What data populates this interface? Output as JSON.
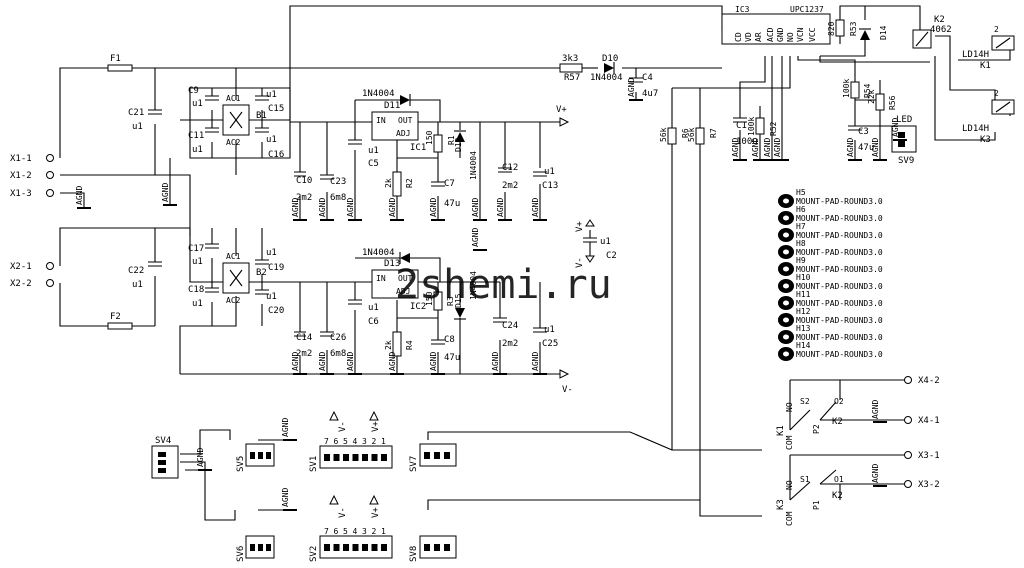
{
  "watermark": "2shemi.ru",
  "connectors": {
    "x1_1": "X1-1",
    "x1_2": "X1-2",
    "x1_3": "X1-3",
    "x2_1": "X2-1",
    "x2_2": "X2-2",
    "x4_2": "X4-2",
    "x4_1": "X4-1",
    "x3_1": "X3-1",
    "x3_2": "X3-2"
  },
  "fuses": {
    "f1": "F1",
    "f2": "F2"
  },
  "bridges": {
    "b1": "B1",
    "b2": "B2",
    "ac1": "AC1",
    "ac2": "AC2"
  },
  "caps": {
    "c21": "C21",
    "c22": "C22",
    "c9": "C9",
    "c11": "C11",
    "c15": "C15",
    "c16": "C16",
    "c17": "C17",
    "c18": "C18",
    "c19": "C19",
    "c20": "C20",
    "c10": "C10",
    "c23": "C23",
    "c14": "C14",
    "c26": "C26",
    "c5": "C5",
    "c6": "C6",
    "c7": "C7",
    "c8": "C8",
    "c12": "C12",
    "c13": "C13",
    "c24": "C24",
    "c25": "C25",
    "c1": "C1",
    "c2": "C2",
    "c3": "C3",
    "c4": "C4"
  },
  "values": {
    "u1": "u1",
    "v2m2": "2m2",
    "v6m8": "6m8",
    "v47u": "47u",
    "v100u": "100u",
    "v4u7": "4u7",
    "v150": "150",
    "v2k": "2k",
    "v3k3": "3k3",
    "v56k": "56k",
    "v100k": "100k",
    "v22k": "22k",
    "v820": "820",
    "v1n4004": "1N4004",
    "v4062": "4062"
  },
  "ics": {
    "ic1": "IC1",
    "ic2": "IC2",
    "ic3": "IC3",
    "ic3_part": "UPC1237",
    "in": "IN",
    "out": "OUT",
    "adj": "ADJ",
    "pins": [
      "CD",
      "VD",
      "AR",
      "ACD",
      "GND",
      "NO",
      "VCN",
      "VCC"
    ]
  },
  "diodes": {
    "d10": "D10",
    "d11": "D11",
    "d12": "D12",
    "d13": "D13",
    "d14": "D14",
    "d15": "D15"
  },
  "resistors": {
    "r1": "R1",
    "r2": "R2",
    "r3": "R3",
    "r4": "R4",
    "r6": "R6",
    "r7": "R7",
    "r52": "R52",
    "r53": "R53",
    "r54": "R54",
    "r56": "R56",
    "r57": "R57"
  },
  "relays": {
    "k1": "K1",
    "k2": "K2",
    "k3": "K3",
    "ld14h": "LD14H",
    "s1": "S1",
    "s2": "S2",
    "o1": "O1",
    "o2": "O2",
    "p1": "P1",
    "p2": "P2",
    "com": "COM",
    "no": "NO"
  },
  "rails": {
    "vplus": "V+",
    "vminus": "V-",
    "agnd": "AGND"
  },
  "led": {
    "label": "LED",
    "sv9": "SV9"
  },
  "headers": {
    "sv1": "SV1",
    "sv2": "SV2",
    "sv4": "SV4",
    "sv5": "SV5",
    "sv6": "SV6",
    "sv7": "SV7",
    "sv8": "SV8"
  },
  "pins": {
    "p1": "1",
    "p2": "2",
    "p3": "3",
    "p4": "4",
    "p5": "5",
    "p6": "6",
    "p7": "7"
  },
  "mount_pads": [
    {
      "ref": "H5",
      "part": "MOUNT-PAD-ROUND3.0"
    },
    {
      "ref": "H6",
      "part": "MOUNT-PAD-ROUND3.0"
    },
    {
      "ref": "H7",
      "part": "MOUNT-PAD-ROUND3.0"
    },
    {
      "ref": "H8",
      "part": "MOUNT-PAD-ROUND3.0"
    },
    {
      "ref": "H9",
      "part": "MOUNT-PAD-ROUND3.0"
    },
    {
      "ref": "H10",
      "part": "MOUNT-PAD-ROUND3.0"
    },
    {
      "ref": "H11",
      "part": "MOUNT-PAD-ROUND3.0"
    },
    {
      "ref": "H12",
      "part": "MOUNT-PAD-ROUND3.0"
    },
    {
      "ref": "H13",
      "part": "MOUNT-PAD-ROUND3.0"
    },
    {
      "ref": "H14",
      "part": "MOUNT-PAD-ROUND3.0"
    }
  ]
}
